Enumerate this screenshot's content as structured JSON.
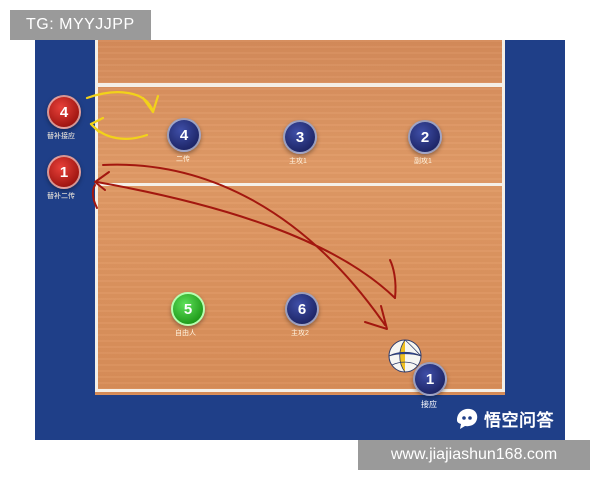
{
  "watermark": {
    "tag": "TG: MYYJJPP",
    "url": "www.jiajiashun168.com",
    "logo_text": "悟空问答"
  },
  "colors": {
    "court_blue": "#1f3f88",
    "floor_orange": "#dc935e",
    "player_navy": "#1d2566",
    "player_red": "#9e1410",
    "player_green": "#1e9a1a",
    "arrow_red": "#a3170f",
    "arrow_yellow": "#f2d21a"
  },
  "players": [
    {
      "number": "4",
      "label": "替补接应",
      "color": "red"
    },
    {
      "number": "1",
      "label": "替补二传",
      "color": "red"
    },
    {
      "number": "4",
      "label": "二传",
      "color": "navy"
    },
    {
      "number": "3",
      "label": "主攻1",
      "color": "navy"
    },
    {
      "number": "2",
      "label": "副攻1",
      "color": "navy"
    },
    {
      "number": "5",
      "label": "自由人",
      "color": "green"
    },
    {
      "number": "6",
      "label": "主攻2",
      "color": "navy"
    },
    {
      "number": "1",
      "label": "接应",
      "color": "navy"
    }
  ],
  "icons": {
    "ball": "volleyball-icon",
    "logo": "wukong-logo-icon"
  }
}
